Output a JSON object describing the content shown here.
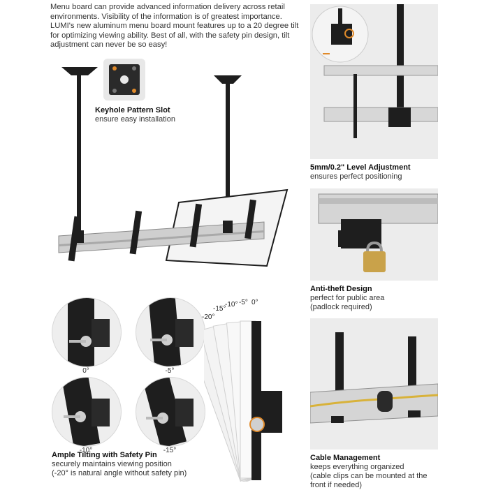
{
  "intro": {
    "text": "Menu board can provide advanced information delivery across retail environments. Visibility of the information is of greatest importance. LUMI's new aluminum menu board mount features up to a 20 degree tilt for optimizing viewing ability. Best of all, with the safety pin design, tilt adjustment can never be so easy!"
  },
  "features": {
    "keyhole": {
      "title": "Keyhole Pattern Slot",
      "lines": [
        "ensure easy installation"
      ]
    },
    "level": {
      "title": "5mm/0.2\" Level Adjustment",
      "lines": [
        "ensures perfect positioning"
      ]
    },
    "antitheft": {
      "title": "Anti-theft Design",
      "lines": [
        "perfect for public area",
        "(padlock required)"
      ]
    },
    "tilting": {
      "title": "Ample Tilting with Safety Pin",
      "lines": [
        "securely maintains viewing position",
        "(-20° is natural angle without safety pin)"
      ]
    },
    "cable": {
      "title": "Cable Management",
      "lines": [
        "keeps everything organized",
        "(cable clips can be mounted at the",
        "front if needed)"
      ]
    }
  },
  "tilt_angles": {
    "circles": [
      "0°",
      "-5°",
      "-10°",
      "-15°"
    ],
    "fan": [
      "-20°",
      "-15°",
      "-10°",
      "-5°",
      "0°"
    ]
  },
  "colors": {
    "mount_black": "#1e1e1e",
    "rail_silver": "#c9c9c9",
    "panel_grey": "#ececec",
    "padlock_gold": "#c9a24a",
    "cable_yellow": "#d8b23a",
    "highlight_orange": "#e08a2a"
  }
}
